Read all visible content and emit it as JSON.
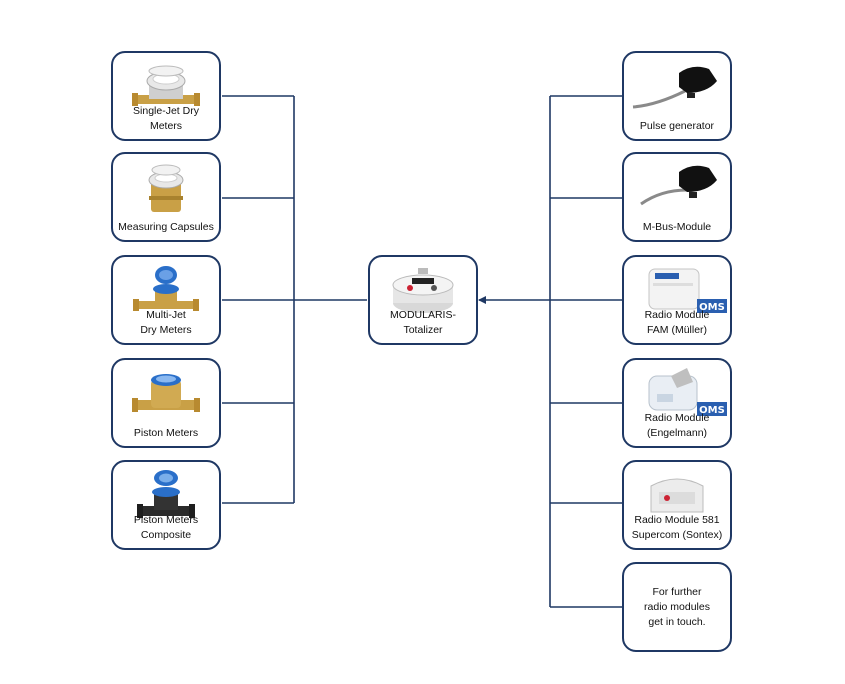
{
  "center": {
    "label": "MODULARIS-\nTotalizer",
    "icon": "totalizer-icon"
  },
  "left_items": [
    {
      "label": "Single-Jet Dry\nMeters",
      "icon": "single-jet-meter-icon"
    },
    {
      "label": "Measuring Capsules",
      "icon": "measuring-capsule-icon"
    },
    {
      "label": "Multi-Jet\nDry Meters",
      "icon": "multi-jet-meter-icon"
    },
    {
      "label": "Piston Meters",
      "icon": "piston-meter-icon"
    },
    {
      "label": "Piston Meters\nComposite",
      "icon": "piston-meter-composite-icon"
    }
  ],
  "right_items": [
    {
      "label": "Pulse generator",
      "icon": "pulse-generator-icon"
    },
    {
      "label": "M-Bus-Module",
      "icon": "mbus-module-icon"
    },
    {
      "label": "Radio Module\nFAM (Müller)",
      "icon": "radio-module-fam-icon",
      "badge": "OMS"
    },
    {
      "label": "Radio Module\n(Engelmann)",
      "icon": "radio-module-engelmann-icon",
      "badge": "OMS"
    },
    {
      "label": "Radio Module 581\nSupercom (Sontex)",
      "icon": "radio-module-581-icon"
    },
    {
      "label": "For further\nradio modules\nget in touch.",
      "icon": ""
    }
  ],
  "colors": {
    "line": "#1f3864",
    "border": "#1f3864",
    "brass": "#c9a046",
    "blue": "#2a6fc9",
    "oms": "#2a5fb0"
  }
}
